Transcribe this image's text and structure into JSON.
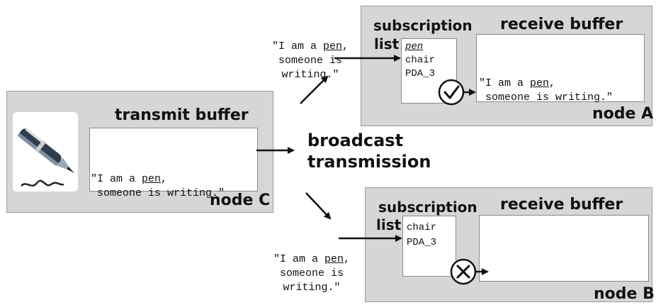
{
  "node_c": {
    "label": "node C",
    "buffer_title": "transmit buffer",
    "message": {
      "pre": "\"I am a ",
      "word": "pen",
      "post": ",",
      "line2": "someone is writing.\""
    }
  },
  "broadcast": {
    "line1": "broadcast",
    "line2": "transmission"
  },
  "node_a": {
    "label": "node A",
    "list_title_1": "subscription",
    "list_title_2": "list",
    "subscriptions": [
      "pen",
      "chair",
      "PDA_3"
    ],
    "buffer_title": "receive buffer",
    "message": {
      "pre": "\"I am a ",
      "word": "pen",
      "post": ",",
      "line2": "someone is writing.\""
    },
    "incoming": {
      "pre": "\"I am a ",
      "word": "pen",
      "post": ",",
      "line2": "someone is",
      "line3": "writing.\""
    },
    "filter_result": "accepted"
  },
  "node_b": {
    "label": "node B",
    "list_title_1": "subscription",
    "list_title_2": "list",
    "subscriptions": [
      "chair",
      "PDA_3"
    ],
    "buffer_title": "receive buffer",
    "incoming": {
      "pre": "\"I am a ",
      "word": "pen",
      "post": ",",
      "line2": "someone is",
      "line3": "writing.\""
    },
    "filter_result": "rejected"
  },
  "colors": {
    "panel": "#d6d6d6",
    "ink": "#111111",
    "pen": "#3a4a5a"
  }
}
